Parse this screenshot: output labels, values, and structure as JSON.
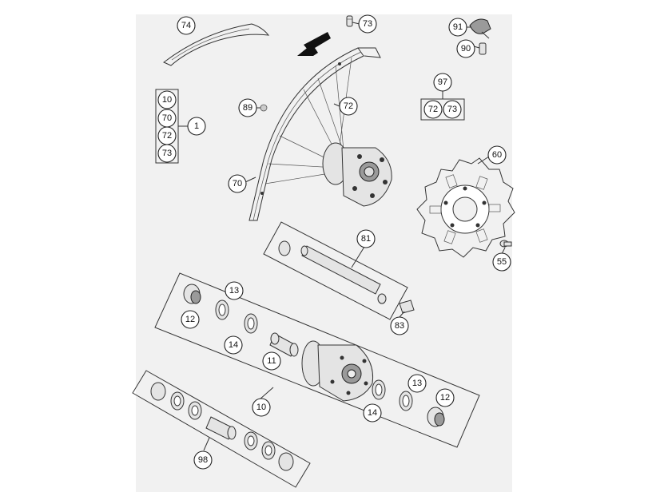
{
  "diagram": {
    "callouts": {
      "c74": "74",
      "c73_top": "73",
      "c91": "91",
      "c90": "90",
      "c97": "97",
      "c97_72": "72",
      "c97_73": "73",
      "c89": "89",
      "c72_rim": "72",
      "c1": "1",
      "c1_10": "10",
      "c1_70": "70",
      "c1_72": "72",
      "c1_73": "73",
      "c60": "60",
      "c70_rim": "70",
      "c81": "81",
      "c55": "55",
      "c13_left": "13",
      "c12_left": "12",
      "c14_left": "14",
      "c11": "11",
      "c83": "83",
      "c13_right": "13",
      "c12_right": "12",
      "c14_right": "14",
      "c10": "10",
      "c98": "98"
    }
  }
}
